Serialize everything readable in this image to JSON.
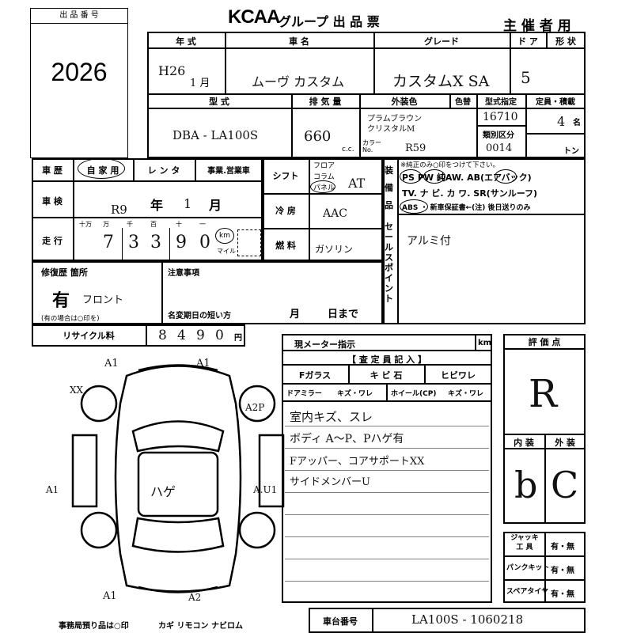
{
  "header": {
    "lot_label": "出 品 番 号",
    "lot_number": "2026",
    "logo": "KCAA",
    "title_group": "グループ 出 品 票",
    "organizer": "主 催 者 用"
  },
  "top": {
    "year_h": "年 式",
    "name_h": "車 名",
    "grade_h": "グレード",
    "door_h": "ド ア",
    "shape_h": "形 状",
    "year_val": "H26",
    "month_suffix": "1 月",
    "name_val": "ムーヴ カスタム",
    "grade_val": "カスタムX SA",
    "door_val": "5"
  },
  "second": {
    "model_h": "型 式",
    "disp_h": "排 気 量",
    "ext_h": "外装色",
    "colorchange_h": "色替",
    "type_h": "型式指定",
    "cap_h": "定員・積載",
    "model_val": "DBA - LA100S",
    "disp_val": "660",
    "cc": "c.c.",
    "color_val": "プラムブラウン\nクリスタルM",
    "color_no_label": "カラー No.",
    "color_no": "R59",
    "type_val": "16710",
    "class_label": "類別区分",
    "class_val": "0014",
    "cap_val": "4",
    "cap_unit": "名",
    "ton": "トン"
  },
  "history": {
    "label": "車 歴",
    "own": "自 家 用",
    "rent": "レ ン タ",
    "business": "事業.営業車"
  },
  "inspection": {
    "label": "車 検",
    "year_val": "R9",
    "year": "年",
    "month_val": "1",
    "month": "月"
  },
  "mileage": {
    "label": "走 行",
    "units": [
      "十万",
      "万",
      "千",
      "百",
      "十",
      "一"
    ],
    "digits": [
      "7",
      "3",
      "3",
      "9",
      "0"
    ],
    "km": "km",
    "mile": "マイル"
  },
  "shift": {
    "label": "シフト",
    "floor": "フロア",
    "column": "コラム",
    "panel": "パネル",
    "val": "AT"
  },
  "cooling": {
    "label": "冷 房",
    "val": "AAC"
  },
  "fuel": {
    "label": "燃 料",
    "val": "ガソリン"
  },
  "equipment": {
    "label": "装 備 品",
    "note": "※純正のみ○印をつけて下さい。",
    "row1": "PS PW 純AW. AB(エアバック)",
    "row2": "TV. ナ ビ. カ ワ. SR(サンルーフ)",
    "row3": "ABS ・ 新車保証書←(注) 後日送りのみ"
  },
  "selling": {
    "label": "セールスポイント",
    "val": "アルミ付"
  },
  "repair": {
    "label": "修復歴 箇所",
    "val": "有",
    "place": "フロント",
    "note": "(有の場合は○印を)"
  },
  "notes": {
    "label": "注意事項",
    "short": "名変期日の短い方",
    "month": "月",
    "day": "日まで"
  },
  "recycle": {
    "label": "リサイクル料",
    "digits": [
      "8",
      "4",
      "9",
      "0"
    ],
    "yen": "円"
  },
  "meter": {
    "label": "現メーター指示",
    "km": "km"
  },
  "inspector": {
    "label": "【 査 定 員 記 入 】",
    "fglass": "Fガラス",
    "stone": "キ ビ 石",
    "crack": "ヒビワレ",
    "mirror": "ドアミラー",
    "mirror_s": "キズ・ワレ",
    "wheel": "ホイール(CP)",
    "wheel_s": "キズ・ワレ",
    "comments": [
      "室内キズ、スレ",
      "ボディ A〜P、Pハゲ有",
      "Fアッパー、コアサポートXX",
      "サイドメンバーU"
    ]
  },
  "score": {
    "label": "評 価 点",
    "val": "R",
    "int_label": "内 装",
    "ext_label": "外 装",
    "int_val": "b",
    "ext_val": "C"
  },
  "tools": {
    "jack": "ジャッキ 工 具",
    "puncture": "パンクキット",
    "spare": "スペアタイヤ",
    "yesno": "有・無"
  },
  "diagram": {
    "marks": [
      "A1",
      "A1",
      "XX",
      "A2P",
      "A1",
      "A.U1",
      "ハゲ",
      "A1",
      "A2"
    ]
  },
  "footer": {
    "office": "事務局預り品は○印",
    "items": "カギ リモコン ナビロム",
    "chassis_label": "車台番号",
    "chassis_val": "LA100S - 1060218"
  }
}
